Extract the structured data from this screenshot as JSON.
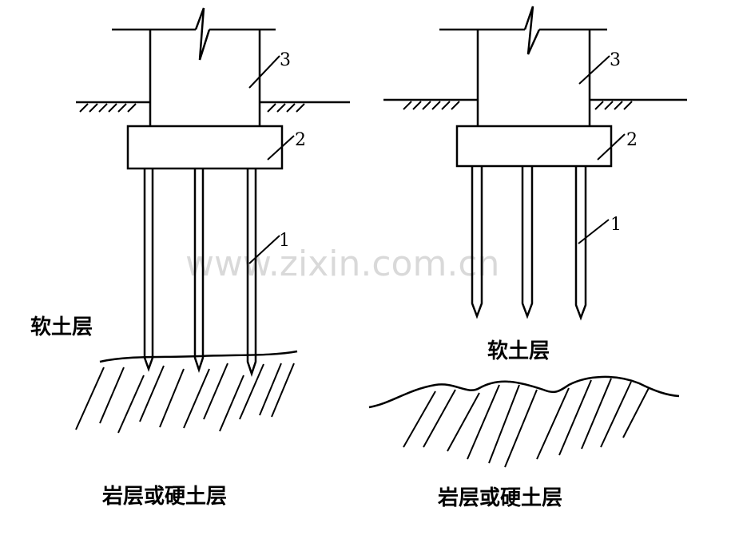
{
  "watermark": "www.zixin.com.cn",
  "left": {
    "soft_soil_label": "软土层",
    "bearing_layer_label": "岩层或硬土层",
    "pile_label": "1",
    "cap_label": "2",
    "column_label": "3"
  },
  "right": {
    "soft_soil_label": "软土层",
    "bearing_layer_label": "岩层或硬土层",
    "pile_label": "1",
    "cap_label": "2",
    "column_label": "3"
  }
}
